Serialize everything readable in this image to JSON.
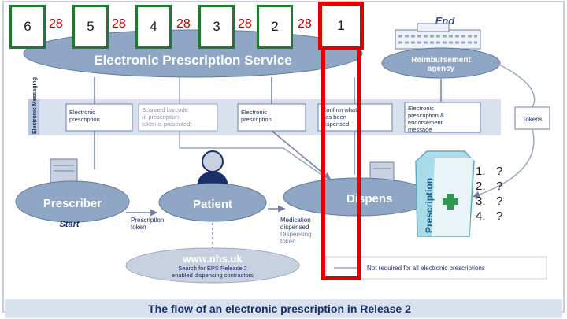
{
  "tiles": [
    {
      "number": "6",
      "score": "28"
    },
    {
      "number": "5",
      "score": "28"
    },
    {
      "number": "4",
      "score": "28"
    },
    {
      "number": "3",
      "score": "28"
    },
    {
      "number": "2",
      "score": "28"
    },
    {
      "number": "1",
      "score": ""
    }
  ],
  "selected_tile": "1",
  "diagram": {
    "service_title": "Electronic Prescription Service",
    "end_label": "End",
    "reimbursement_label": "Reimbursement agency",
    "messaging_label": "Electronic Messaging",
    "message_boxes": [
      "Electronic prescription",
      "Scanned barcode (if prescription token is presented)",
      "Electronic prescription",
      "Confirm what has been dispensed",
      "Electronic prescription & endorsement message"
    ],
    "tokens_label": "Tokens",
    "prescriber_label": "Prescriber",
    "start_label": "Start",
    "patient_label": "Patient",
    "dispenser_label": "Dispens",
    "prescription_token_label": "Prescription token",
    "medication_label": "Medication dispensed",
    "dispensing_token_label": "Dispensing token",
    "nhs_title": "www.nhs.uk",
    "nhs_subtitle": "Search for EPS Release 2 enabled dispensing contractors",
    "legend_note": "Not required for all electronic prescriptions",
    "caption": "The flow of an electronic prescription in Release 2",
    "bag_label": "Prescription"
  },
  "questions": [
    {
      "number": "1.",
      "value": "?"
    },
    {
      "number": "2.",
      "value": "?"
    },
    {
      "number": "3.",
      "value": "?"
    },
    {
      "number": "4.",
      "value": "?"
    }
  ],
  "colors": {
    "tile_border": "#1f7a2e",
    "selected_border": "#e00000",
    "score": "#c00000",
    "ellipse": "#8fa6c4",
    "band": "#d9e1ee",
    "navy": "#1b2f6a"
  }
}
